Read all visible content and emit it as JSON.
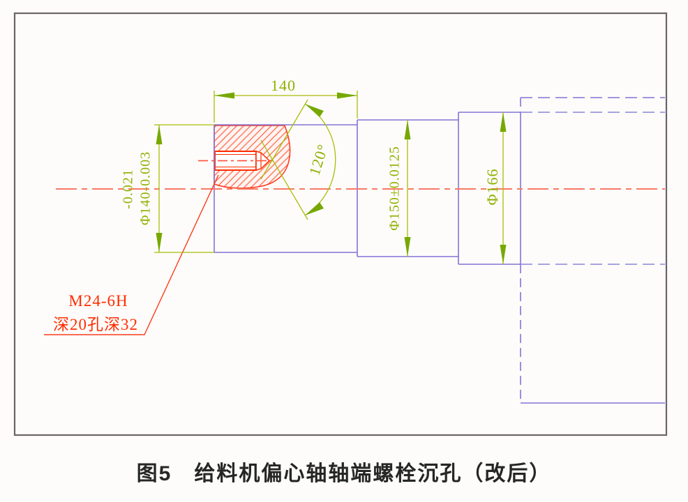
{
  "figure": {
    "caption": "图5　给料机偏心轴轴端螺栓沉孔（改后）",
    "dimensions": {
      "counterbore_length": "140",
      "drill_point_angle": "120°",
      "dia140_value": "Φ140-0.003",
      "dia140_lower_tol": "-0.021",
      "dia150_value": "Φ150±0.0125",
      "dia166_value": "Φ166"
    },
    "thread_note": {
      "line1": "M24-6H",
      "line2": "深20孔深32"
    },
    "colors": {
      "outline_purple": "#8472d6",
      "dimension_green": "#9db400",
      "arrow_green": "#76a800",
      "feature_red": "#ff2d00",
      "centerline_salmon": "#f87a64",
      "caption_black": "#262626",
      "border_gray": "#6b6468"
    }
  }
}
